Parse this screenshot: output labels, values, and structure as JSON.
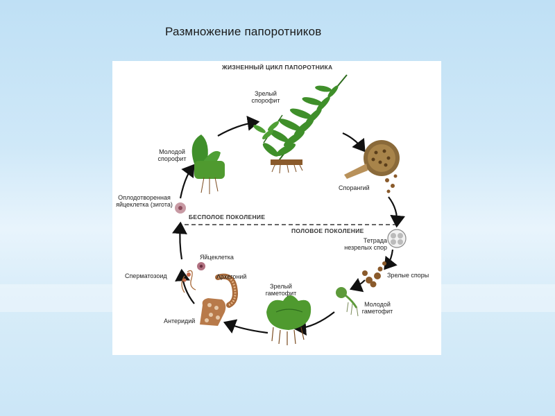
{
  "slide": {
    "title": "Размножение папоротников"
  },
  "diagram": {
    "heading": "ЖИЗНЕННЫЙ ЦИКЛ ПАПОРОТНИКА",
    "asexual_generation": "БЕСПОЛОЕ ПОКОЛЕНИЕ",
    "sexual_generation": "ПОЛОВОЕ ПОКОЛЕНИЕ",
    "stages": {
      "mature_sporophyte": "Зрелый спорофит",
      "sporangium": "Спорангий",
      "tetrad": "Тетрада незрелых спор",
      "mature_spores": "Зрелые споры",
      "young_gametophyte": "Молодой гаметофит",
      "mature_gametophyte": "Зрелый гаметофит",
      "antheridium": "Антеридий",
      "archegonium": "Архегоний",
      "sperm": "Сперматозоид",
      "egg": "Яйцеклетка",
      "zygote": "Оплодотворенная яйцеклетка (зигота)",
      "young_sporophyte": "Молодой спорофит"
    },
    "colors": {
      "arrow": "#111111",
      "leaf": "#3f8f2a",
      "leaf_dark": "#2d6b1d",
      "brown": "#8a5a2b",
      "root": "#7a4a1e"
    }
  }
}
